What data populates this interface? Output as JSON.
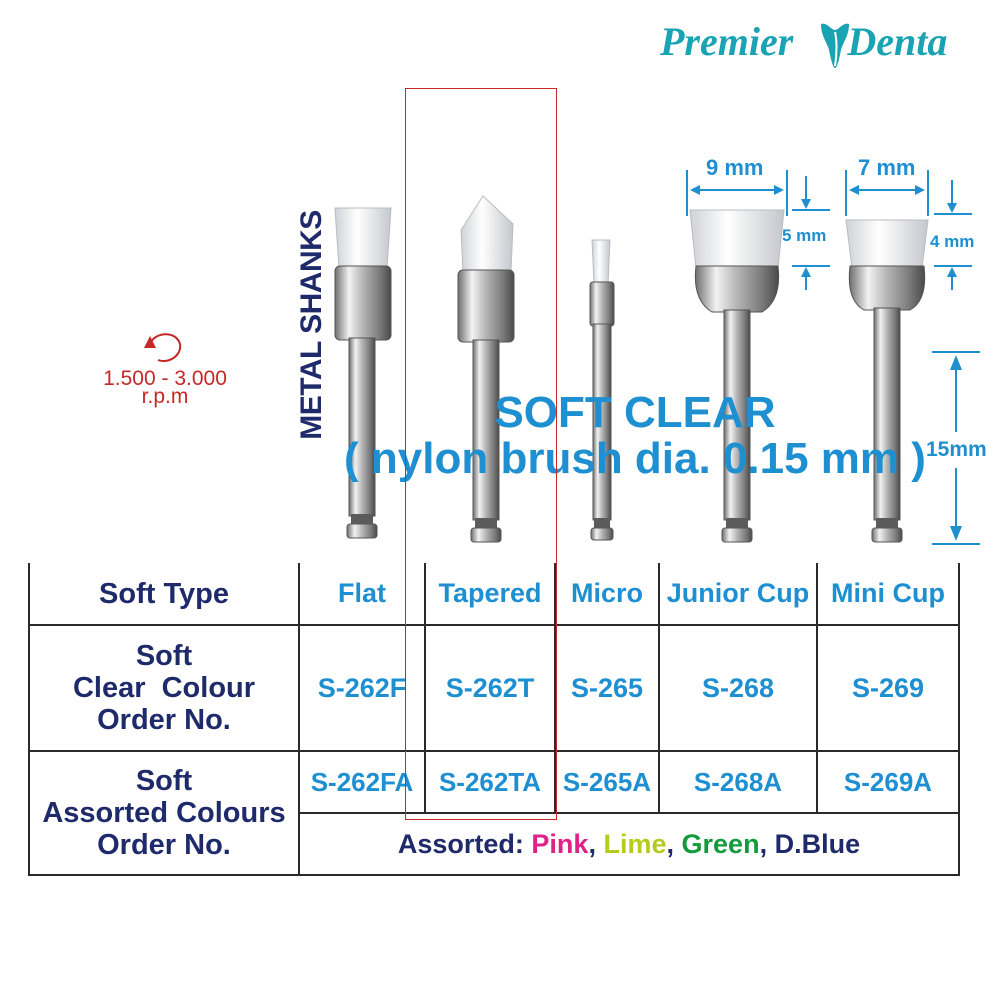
{
  "brand": {
    "name_part1": "Premier",
    "name_part2": "Denta",
    "logo_icon": "tooth-icon",
    "color": "#1aa3b3"
  },
  "speed": {
    "range": "1.500 - 3.000",
    "unit": "r.p.m",
    "icon": "rotation-arrow-icon",
    "color": "#c62828"
  },
  "shank_label": "METAL SHANKS",
  "title": {
    "line1": "SOFT CLEAR",
    "line2": "( nylon brush dia. 0.15 mm )"
  },
  "dimensions": {
    "junior_width": "9 mm",
    "junior_height": "5 mm",
    "mini_width": "7 mm",
    "mini_height": "4 mm",
    "shank_length": "15mm"
  },
  "table": {
    "header_label": "Soft Type",
    "types": [
      "Flat",
      "Tapered",
      "Micro",
      "Junior Cup",
      "Mini Cup"
    ],
    "clear_row": {
      "label_line1": "Soft",
      "label_line2": "Clear  Colour",
      "label_line3": "Order No.",
      "codes": [
        "S-262F",
        "S-262T",
        "S-265",
        "S-268",
        "S-269"
      ]
    },
    "assorted_row": {
      "label_line1": "Soft",
      "label_line2": "Assorted Colours",
      "label_line3": "Order No.",
      "codes": [
        "S-262FA",
        "S-262TA",
        "S-265A",
        "S-268A",
        "S-269A"
      ]
    },
    "assorted_note": {
      "prefix": "Assorted:",
      "colors": [
        "Pink",
        "Lime",
        "Green",
        "D.Blue"
      ],
      "color_hex": [
        "#e0218a",
        "#b5cc1f",
        "#139a3c",
        "#1f2a6b"
      ]
    }
  },
  "colors": {
    "navy": "#1f2a6b",
    "blue": "#1e8fd0",
    "highlight_box": "#c62828"
  }
}
